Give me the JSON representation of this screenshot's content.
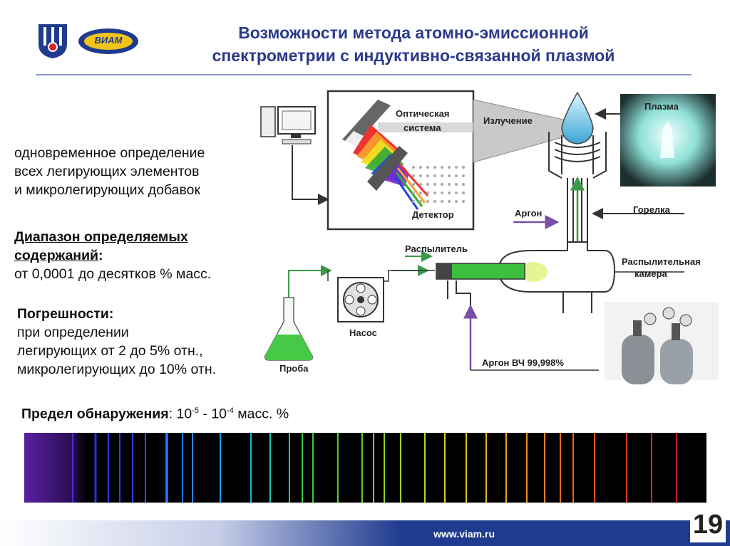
{
  "header": {
    "title_line1": "Возможности метода атомно-эмиссионной",
    "title_line2": "спектрометрии с индуктивно-связанной плазмой",
    "logo2_text": "ВИАМ"
  },
  "left_text": {
    "p1_l1": "одновременное определение",
    "p1_l2": "всех легирующих элементов",
    "p1_l3": "и микролегирующих добавок",
    "p2_h1": "Диапазон определяемых",
    "p2_h2": "содержаний",
    "p2_colon": ":",
    "p2_l3": "от 0,0001 до десятков % масс.",
    "p3_h": "Погрешности:",
    "p3_l1": "при определении",
    "p3_l2": "легирующих от 2 до 5% отн.,",
    "p3_l3": "микролегирующих до 10% отн.",
    "p4_label": "Предел обнаружения",
    "p4_mid1": ": 10",
    "p4_sup1": "-5",
    "p4_mid2": " - 10",
    "p4_sup2": "-4",
    "p4_end": " масс. %"
  },
  "diagram": {
    "optics": "Оптическая",
    "optics2": "система",
    "radiation": "Излучение",
    "detector": "Детектор",
    "plasma": "Плазма",
    "argon": "Аргон",
    "torch": "Горелка",
    "nebulizer": "Распылитель",
    "chamber1": "Распылительная",
    "chamber2": "камера",
    "pump": "Насос",
    "sample": "Проба",
    "argon_hf": "Аргон ВЧ 99,998%"
  },
  "footer": {
    "url": "www.viam.ru",
    "page": "19"
  },
  "colors": {
    "title": "#2b3a8c",
    "arrow": "#7b4fa8",
    "footer": "#1f3b8f"
  }
}
